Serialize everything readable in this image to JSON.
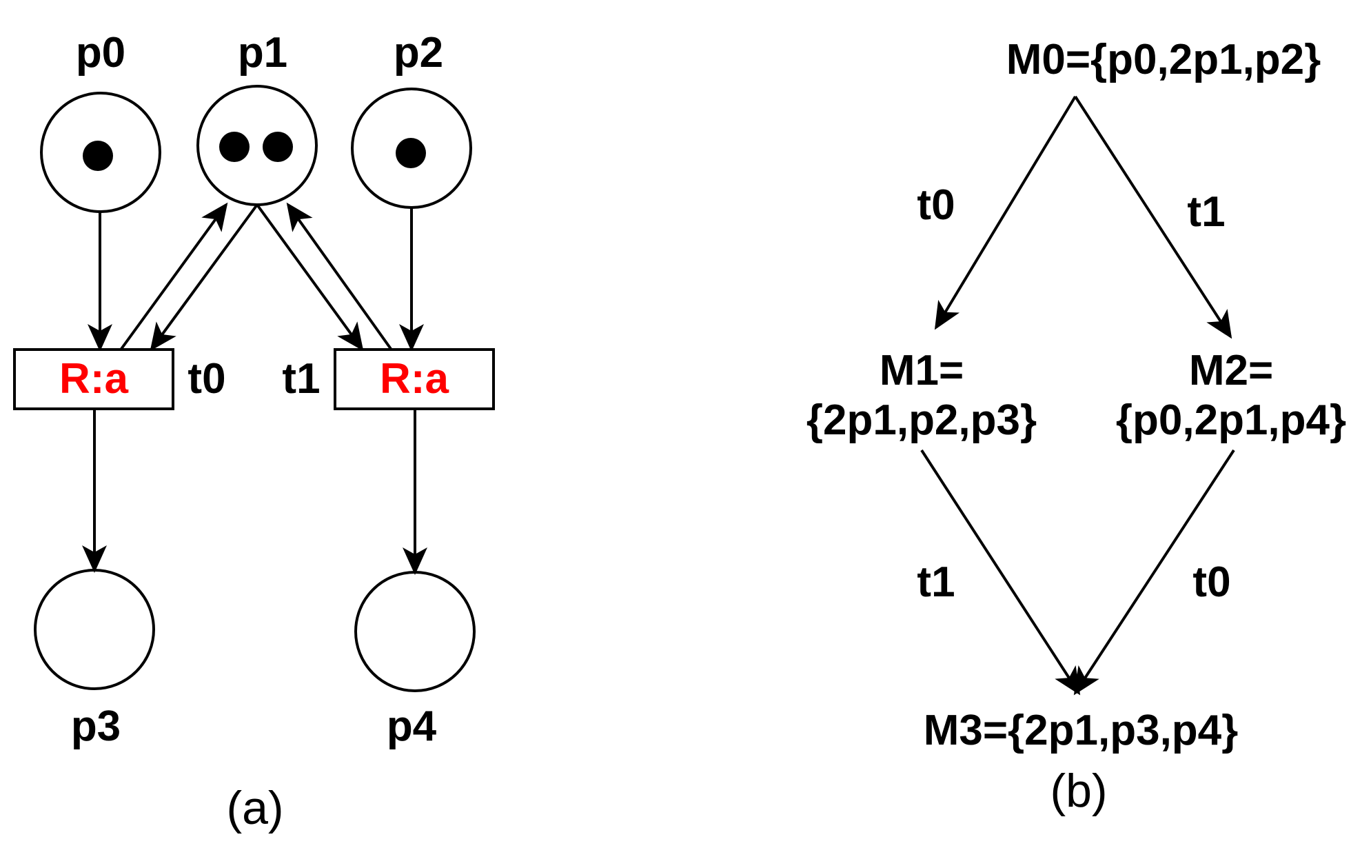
{
  "colors": {
    "ink": "#000000",
    "transition_label": "#ff0000",
    "background": "#ffffff"
  },
  "petri_net": {
    "places": [
      {
        "id": "p0",
        "label": "p0",
        "tokens": 1
      },
      {
        "id": "p1",
        "label": "p1",
        "tokens": 2
      },
      {
        "id": "p2",
        "label": "p2",
        "tokens": 1
      },
      {
        "id": "p3",
        "label": "p3",
        "tokens": 0
      },
      {
        "id": "p4",
        "label": "p4",
        "tokens": 0
      }
    ],
    "transitions": [
      {
        "id": "t0",
        "label": "R:a",
        "name": "t0"
      },
      {
        "id": "t1",
        "label": "R:a",
        "name": "t1"
      }
    ],
    "arcs": [
      {
        "from": "p0",
        "to": "t0"
      },
      {
        "from": "p1",
        "to": "t0"
      },
      {
        "from": "t0",
        "to": "p1"
      },
      {
        "from": "p1",
        "to": "t1"
      },
      {
        "from": "t1",
        "to": "p1"
      },
      {
        "from": "p2",
        "to": "t1"
      },
      {
        "from": "t0",
        "to": "p3"
      },
      {
        "from": "t1",
        "to": "p4"
      }
    ],
    "caption": "(a)"
  },
  "reachability_graph": {
    "markings": [
      {
        "id": "M0",
        "lines": [
          "M0={p0,2p1,p2}"
        ]
      },
      {
        "id": "M1",
        "lines": [
          "M1=",
          "{2p1,p2,p3}"
        ]
      },
      {
        "id": "M2",
        "lines": [
          "M2=",
          "{p0,2p1,p4}"
        ]
      },
      {
        "id": "M3",
        "lines": [
          "M3={2p1,p3,p4}"
        ]
      }
    ],
    "edges": [
      {
        "from": "M0",
        "to": "M1",
        "label": "t0"
      },
      {
        "from": "M0",
        "to": "M2",
        "label": "t1"
      },
      {
        "from": "M1",
        "to": "M3",
        "label": "t1"
      },
      {
        "from": "M2",
        "to": "M3",
        "label": "t0"
      }
    ],
    "caption": "(b)"
  }
}
